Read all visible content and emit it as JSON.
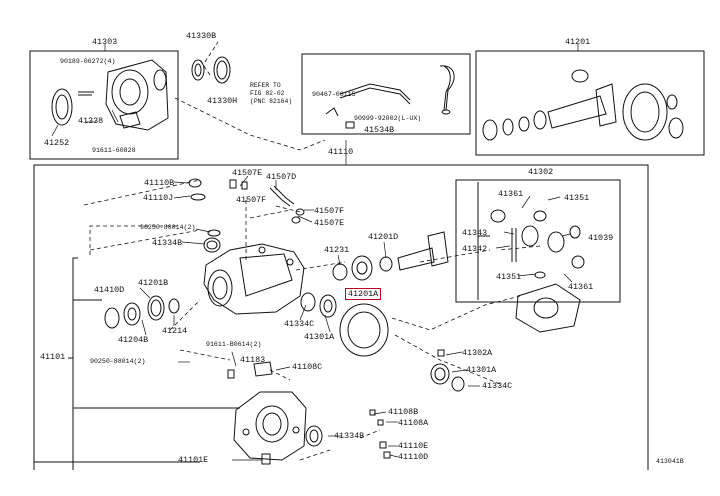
{
  "highlight_color": "#c0001a",
  "labels": {
    "l41303": "41303",
    "l41330b": "41330B",
    "l41201": "41201",
    "l90189": "90189-06272(4)",
    "l41252": "41252",
    "l41338": "41338",
    "l91611_60828": "91611-60828",
    "l41330h": "41330H",
    "l90467": "90467-06115",
    "l90999": "90999-92002(L-UX)",
    "l41534b": "41534B",
    "l41110": "41110",
    "l41507e": "41507E",
    "l41507d": "41507D",
    "l41110b": "41110B",
    "l41110j": "41110J",
    "l41507f": "41507F",
    "l41507f2": "41507F",
    "l41507e2": "41507E",
    "l90250_88014_top": "90250-88014(2)",
    "l41334b": "41334B",
    "l41231": "41231",
    "l41201d": "41201D",
    "l41302": "41302",
    "l41361_top": "41361",
    "l41351_top": "41351",
    "l41343": "41343",
    "l41342": "41342",
    "l41039": "41039",
    "l41351_bot": "41351",
    "l41361_bot": "41361",
    "l41410d": "41410D",
    "l41201b": "41201B",
    "l41204b": "41204B",
    "l41214": "41214",
    "l41334c_top": "41334C",
    "l41301a_top": "41301A",
    "l41201a": "41201A",
    "l41101": "41101",
    "l90250_88014_bot": "90250-88014(2)",
    "l91611_b0614": "91611-B0614(2)",
    "l41183": "41183",
    "l41108c": "41108C",
    "l41302a": "41302A",
    "l41301a_bot": "41301A",
    "l41334c_bot": "41334C",
    "l41108b": "41108B",
    "l41108a": "41108A",
    "l41334b_bot": "41334B",
    "l41110e": "41110E",
    "l41101e": "41101E",
    "l41110d": "41110D",
    "l_figid": "413041B"
  },
  "note": "REFER TO\nFIG 82-02\n(PNC 82164)"
}
